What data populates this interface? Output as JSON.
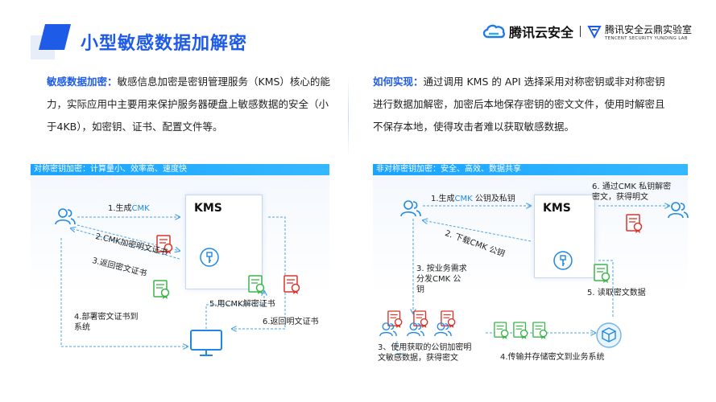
{
  "page": {
    "title": "小型敏感数据加解密"
  },
  "brand": {
    "name": "腾讯云安全",
    "lab_cn": "腾讯安全云鼎实验室",
    "lab_en": "TENCENT SECURITY YUNDING LAB"
  },
  "left_text": {
    "keyword": "敏感数据加密：",
    "body": "敏感信息加密是密钥管理服务（KMS）核心的能力，实际应用中主要用来保护服务器硬盘上敏感数据的安全（小于4KB），如密钥、证书、配置文件等。"
  },
  "right_text": {
    "keyword": "如何实现：",
    "body": "通过调用 KMS 的 API 选择采用对称密钥或非对称密钥进行数据加解密，加密后本地保存密钥的密文文件，使用时解密且不保存本地，使得攻击者难以获取敏感数据。"
  },
  "symmetric": {
    "bar_title": "对称密钥加密：计算量小、效率高、速度快",
    "kms_label": "KMS",
    "step1_prefix": "1.生成",
    "step1_cmk": "CMK",
    "step2": "2.CMK加密明文证书",
    "step3": "3.返回密文证书",
    "step4_line1": "4.部署密文证书到",
    "step4_line2": "系统",
    "step5": "5.用CMK解密证书",
    "step6": "6.返回明文证书"
  },
  "asymmetric": {
    "bar_title": "非对称密钥加密：安全、高效、数据共享",
    "kms_label": "KMS",
    "step1_prefix": "1.生成",
    "step1_cmk": "CMK",
    "step1_suffix": " 公钥及私钥",
    "step2": "2. 下载CMK 公钥",
    "step3_line1": "3. 按业务需求",
    "step3_line2": "分发CMK 公",
    "step3_line3": "钥",
    "step3b_line1": "3、使用获取的公钥加密明",
    "step3b_line2": "文敏感数据，获得密文",
    "step4": "4.传输并存储密文到业务系统",
    "step5": "5. 读取密文数据",
    "step6_line1": "6. 通过CMK 私钥解密",
    "step6_line2": "密文，获得明文"
  },
  "colors": {
    "brand_blue": "#1e5be6",
    "bar_blue": "#1aa3ff",
    "cmk_blue": "#1e88e5",
    "cert_red": "#d9352b",
    "cert_green": "#3bb54a",
    "dash_blue": "#4aa3e8"
  },
  "icons": {
    "user": "user-group-icon",
    "key": "key-icon",
    "monitor": "monitor-icon",
    "cert_red": "red-certificate-icon",
    "cert_green": "green-certificate-icon",
    "cloud": "cloud-cube-icon"
  }
}
